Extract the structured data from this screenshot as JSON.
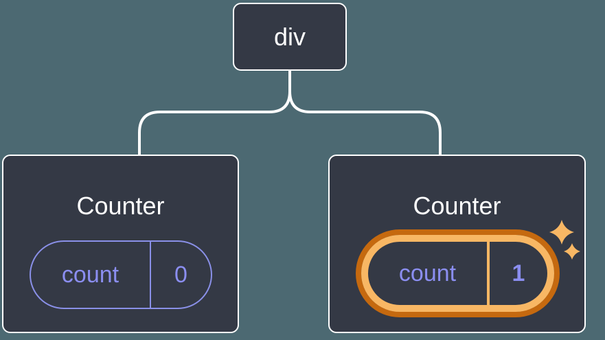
{
  "diagram": {
    "description": "React component tree: a div root with two Counter children, second Counter's count state updated to 1",
    "root": {
      "label": "div"
    },
    "children": [
      {
        "title": "Counter",
        "state": {
          "key": "count",
          "value": "0"
        },
        "highlighted": false
      },
      {
        "title": "Counter",
        "state": {
          "key": "count",
          "value": "1"
        },
        "highlighted": true
      }
    ]
  },
  "icons": {
    "sparkle_large": "sparkle-icon",
    "sparkle_small": "sparkle-icon"
  },
  "theme": {
    "bg": "#4C6972",
    "card-bg": "#343945",
    "card-border": "#FFFFFF",
    "text-light": "#FFFFFF",
    "purple": "#8B8EF0",
    "purple-border": "#8A90E8",
    "orange-dark": "#C5690F",
    "orange-light": "#F8B764",
    "connector": "#FFFFFF"
  }
}
